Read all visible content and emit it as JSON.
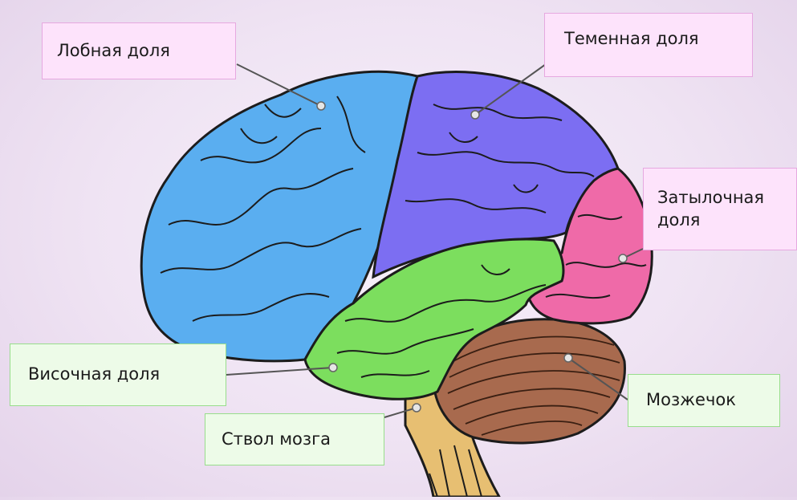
{
  "labels": {
    "frontal": "Лобная доля",
    "parietal": "Теменная доля",
    "occipital": "Затылочная\nдоля",
    "temporal": "Височная доля",
    "cerebellum": "Мозжечок",
    "brainstem": "Ствол мозга"
  },
  "colors": {
    "frontal": "#5aaef0",
    "parietal": "#7c6ef2",
    "occipital": "#ef6aa8",
    "temporal": "#7cde5e",
    "cerebellum": "#a86a4e",
    "brainstem": "#e7bf72",
    "label_pink_bg": "#fde3fb",
    "label_green_bg": "#edfbe8"
  }
}
